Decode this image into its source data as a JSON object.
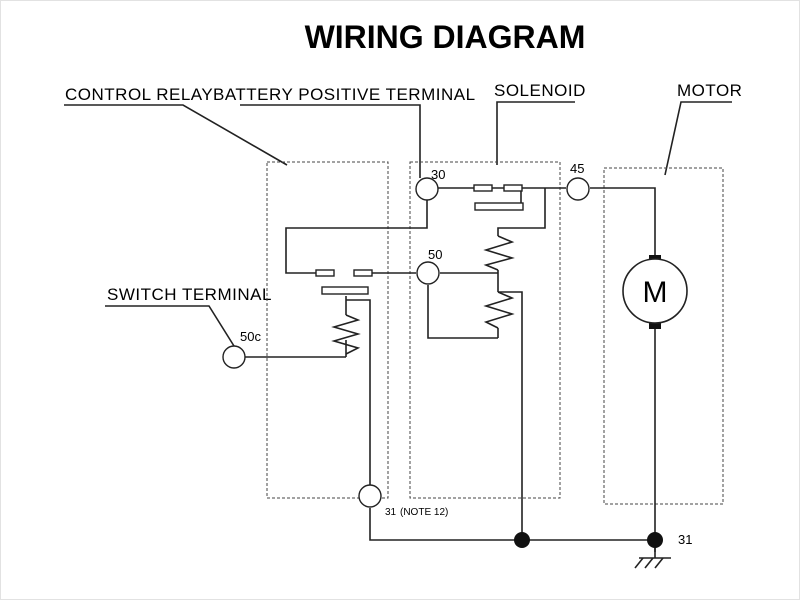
{
  "title": "WIRING DIAGRAM",
  "labels": {
    "control_relay": "CONTROL RELAY",
    "battery_positive_terminal": "BATTERY POSITIVE TERMINAL",
    "solenoid": "SOLENOID",
    "motor": "MOTOR",
    "switch_terminal": "SWITCH TERMINAL"
  },
  "terminals": {
    "t30": "30",
    "t45": "45",
    "t50": "50",
    "t50c": "50c",
    "t31_relay": "31",
    "t31_relay_note": "(NOTE 12)",
    "t31_ground": "31"
  },
  "motor_symbol": "M",
  "icons": {
    "ground": "ground-symbol-icon"
  }
}
